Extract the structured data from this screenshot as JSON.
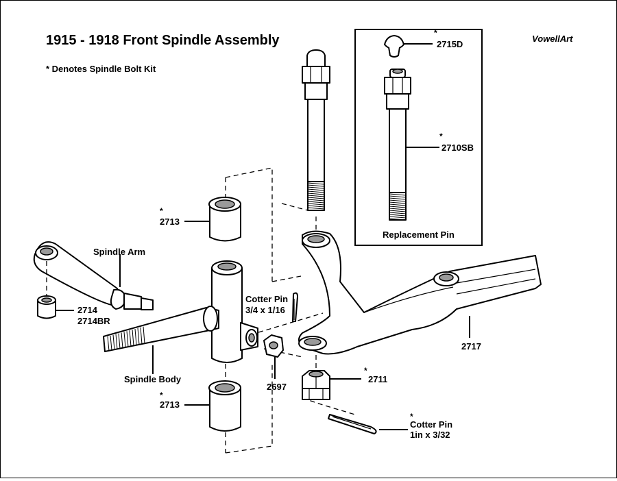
{
  "title": "1915 - 1918 Front Spindle Assembly",
  "subtitle": "* Denotes Spindle Bolt Kit",
  "brand": "VowellArt",
  "asterisk": "*",
  "replacement_box": {
    "caption": "Replacement Pin"
  },
  "labels": {
    "spindle_arm": "Spindle Arm",
    "spindle_body": "Spindle Body",
    "bushing_upper": "2713",
    "bushing_lower": "2713",
    "part_2714": "2714",
    "part_2714br": "2714BR",
    "cotter_pin_small_name": "Cotter Pin",
    "cotter_pin_small_size": "3/4 x 1/16",
    "part_2697": "2697",
    "part_2711": "2711",
    "part_2717": "2717",
    "cotter_pin_large_name": "Cotter Pin",
    "cotter_pin_large_size": "1in x 3/32",
    "part_2715d": "2715D",
    "part_2710sb": "2710SB"
  }
}
